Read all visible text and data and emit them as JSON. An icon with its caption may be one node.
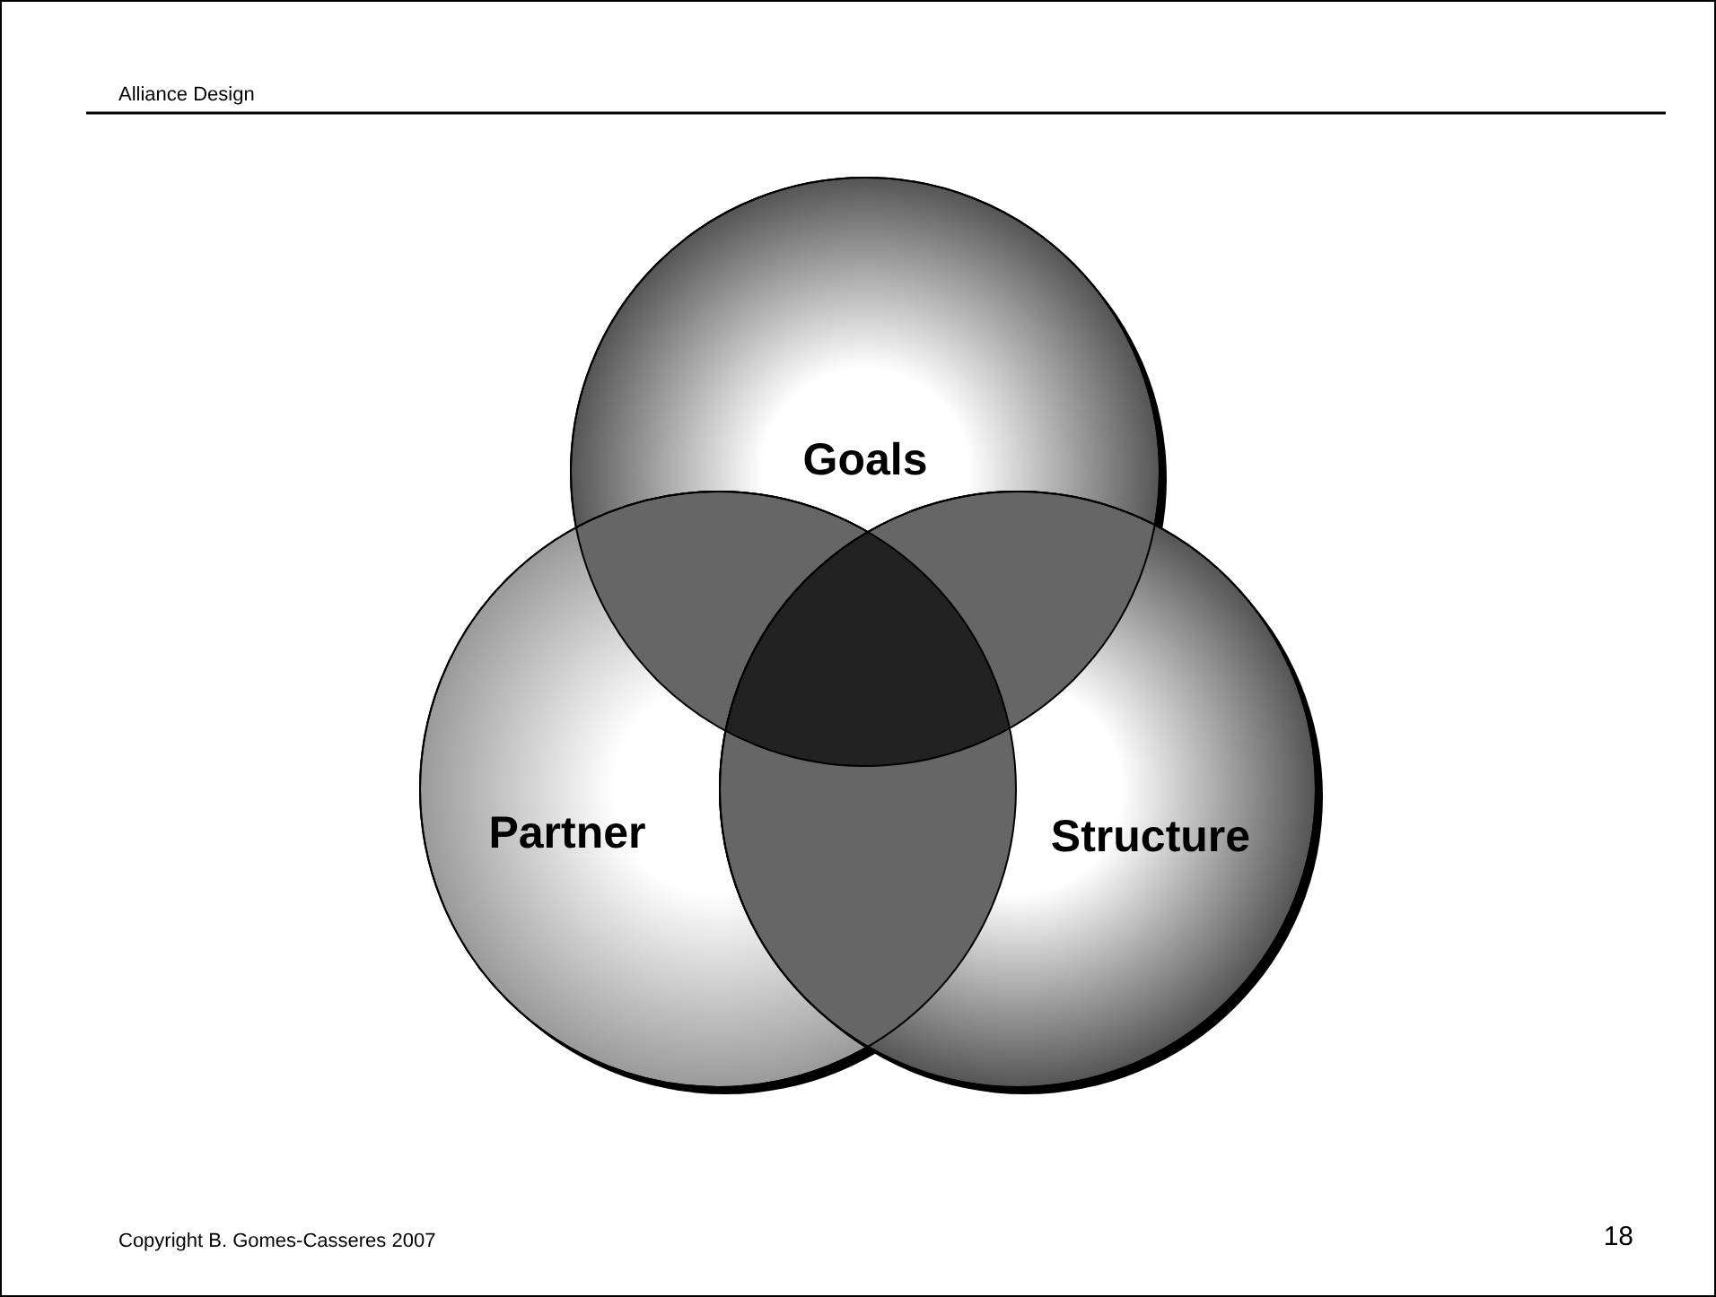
{
  "diagram": {
    "title": "Alliance Design",
    "nodes": [
      {
        "text": [
          "Goals"
        ]
      },
      {
        "text": [
          "Partner"
        ]
      },
      {
        "text": [
          "Structure"
        ]
      }
    ],
    "labels": [
      "Copyright B. Gomes-Casseres 2007",
      "18"
    ]
  }
}
